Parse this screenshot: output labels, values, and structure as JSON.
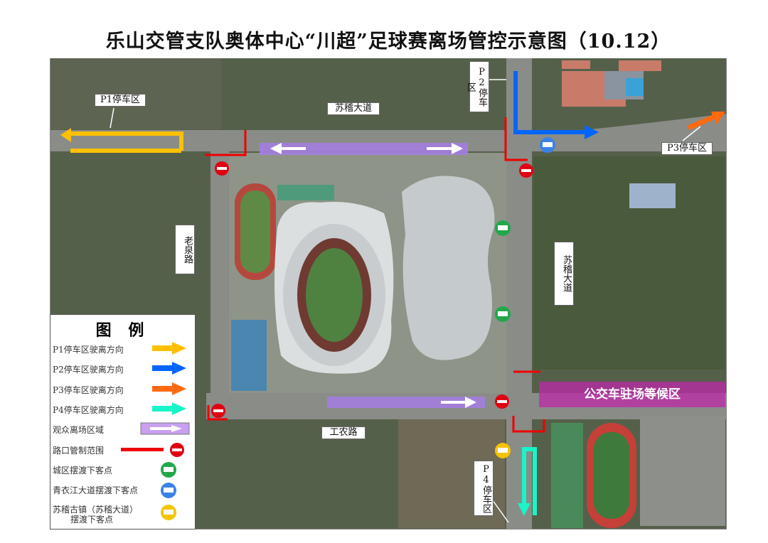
{
  "title": "乐山交管支队奥体中心“川超”足球赛离场管控示意图（10.12）",
  "labels": {
    "p1": "P1停车区",
    "p2": "P2停车区",
    "p3": "P3停车区",
    "p4": "P4停车区",
    "road_top": "苏稽大道",
    "road_right": "苏稽大道",
    "road_left": "老泉路",
    "road_bottom": "工农路",
    "bus_wait": "公交车驻场等候区"
  },
  "legend": {
    "title": "图  例",
    "items": [
      {
        "label": "P1停车区驶离方向",
        "color": "#ffc000"
      },
      {
        "label": "P2停车区驶离方向",
        "color": "#0066ff"
      },
      {
        "label": "P3停车区驶离方向",
        "color": "#ff6a10"
      },
      {
        "label": "P4停车区驶离方向",
        "color": "#18f5c8"
      },
      {
        "label": "观众离场区域",
        "color": "#c9a0f0"
      },
      {
        "label": "路口管制范围",
        "color": "#ee0000"
      },
      {
        "label": "城区摆渡下客点",
        "color": "#22a84a"
      },
      {
        "label": "青衣江大道摆渡下客点",
        "color": "#3b82e6"
      },
      {
        "label": "苏稽古镇（苏稽大道）",
        "label2": "摆渡下客点",
        "color": "#f5c400"
      }
    ]
  }
}
